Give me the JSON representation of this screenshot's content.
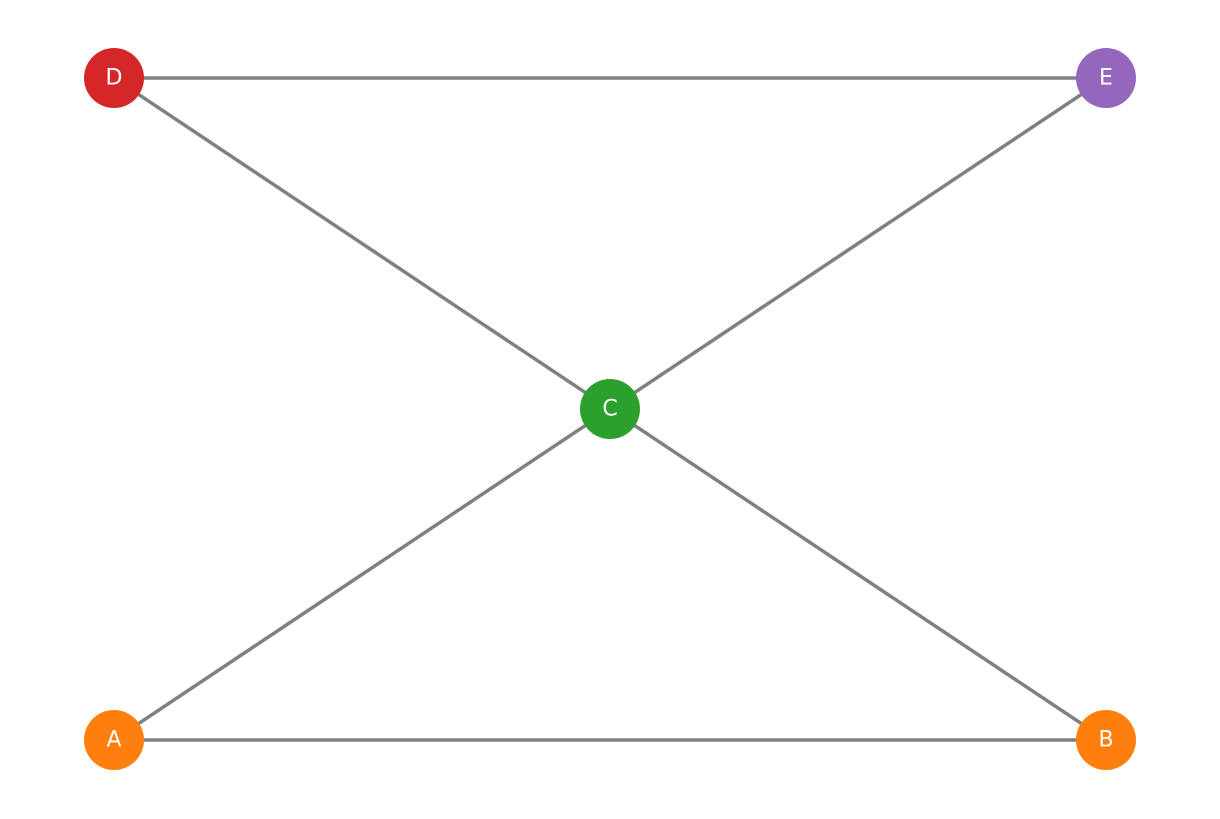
{
  "graph": {
    "nodes": [
      {
        "id": "A",
        "label": "A",
        "color": "#ff7f0e"
      },
      {
        "id": "B",
        "label": "B",
        "color": "#ff7f0e"
      },
      {
        "id": "C",
        "label": "C",
        "color": "#2ca02c"
      },
      {
        "id": "D",
        "label": "D",
        "color": "#d62728"
      },
      {
        "id": "E",
        "label": "E",
        "color": "#9467bd"
      }
    ],
    "edges": [
      {
        "from": "D",
        "to": "E"
      },
      {
        "from": "D",
        "to": "C"
      },
      {
        "from": "E",
        "to": "C"
      },
      {
        "from": "A",
        "to": "C"
      },
      {
        "from": "B",
        "to": "C"
      },
      {
        "from": "A",
        "to": "B"
      }
    ],
    "edge_color": "#808080"
  }
}
